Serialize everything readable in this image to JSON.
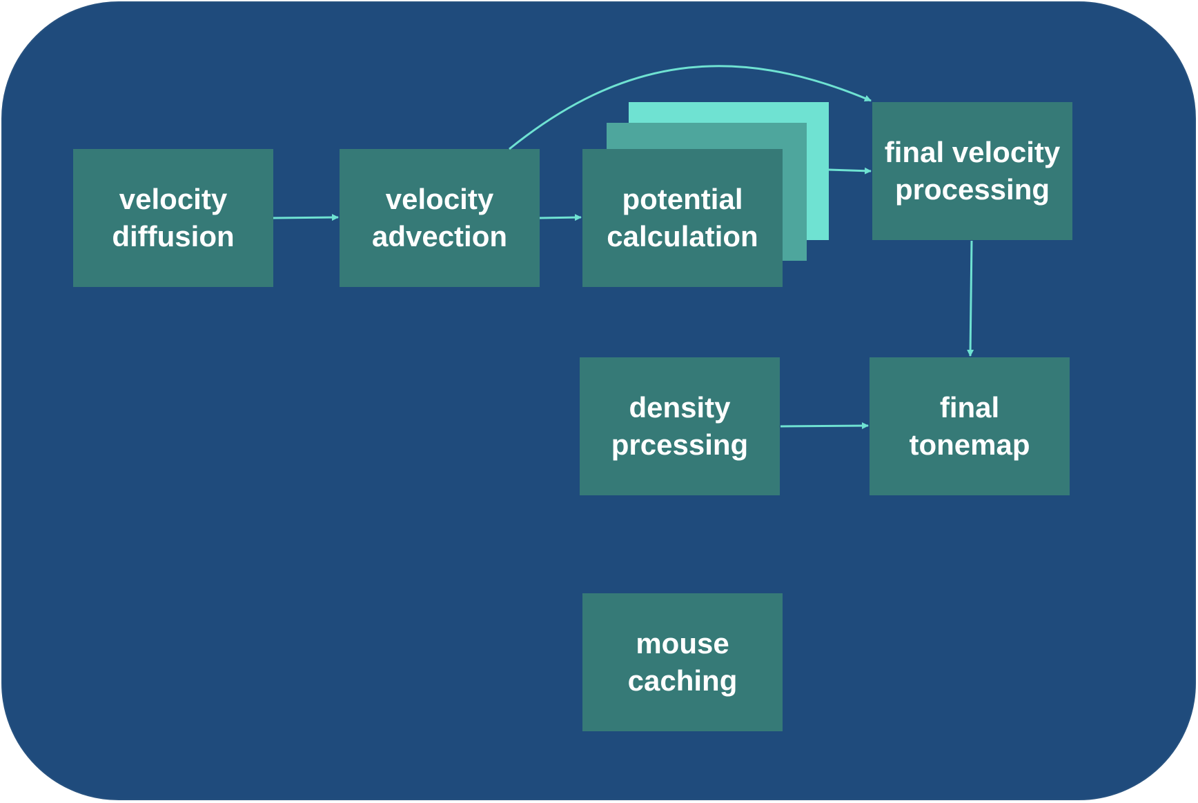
{
  "colors": {
    "background": "#1f4b7c",
    "node_fill": "#367a77",
    "stack_mid": "#4ea69d",
    "stack_back": "#6fe2d2",
    "edge": "#6fe2d2",
    "text": "#ffffff"
  },
  "nodes": {
    "velocity_diffusion": {
      "line1": "velocity",
      "line2": "diffusion"
    },
    "velocity_advection": {
      "line1": "velocity",
      "line2": "advection"
    },
    "potential_calculation": {
      "line1": "potential",
      "line2": "calculation"
    },
    "final_velocity_processing": {
      "line1": "final velocity",
      "line2": "processing"
    },
    "density_processing": {
      "line1": "density",
      "line2": "prcessing"
    },
    "final_tonemap": {
      "line1": "final",
      "line2": "tonemap"
    },
    "mouse_caching": {
      "line1": "mouse",
      "line2": "caching"
    }
  },
  "edges": [
    {
      "from": "velocity_diffusion",
      "to": "velocity_advection"
    },
    {
      "from": "velocity_advection",
      "to": "potential_calculation"
    },
    {
      "from": "velocity_advection",
      "to": "final_velocity_processing"
    },
    {
      "from": "potential_calculation",
      "to": "final_velocity_processing"
    },
    {
      "from": "final_velocity_processing",
      "to": "final_tonemap"
    },
    {
      "from": "density_processing",
      "to": "final_tonemap"
    }
  ]
}
